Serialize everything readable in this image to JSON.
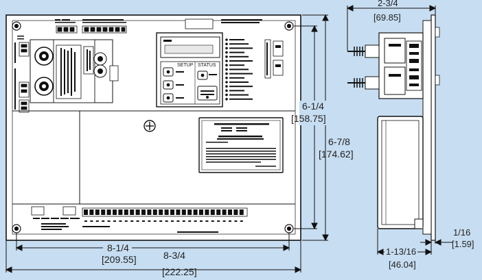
{
  "panel": {
    "display": {
      "setup_label": "SETUP",
      "status_label": "STATUS",
      "button_labels": [
        "",
        ""
      ]
    },
    "status_leds": [
      "",
      "",
      "",
      "",
      "",
      "",
      "",
      "",
      "",
      "",
      "",
      "",
      "",
      "",
      ""
    ],
    "terminals": [
      "",
      "",
      "",
      "",
      "",
      "",
      "",
      "",
      "",
      "",
      "",
      "",
      "",
      "",
      "",
      "",
      "",
      "",
      "",
      "",
      "",
      "",
      "",
      "",
      "",
      "",
      "",
      ""
    ]
  },
  "dimensions": {
    "overall_height_in": "6-7/8",
    "overall_height_mm": "[174.62]",
    "mounting_height_in": "6-1/4",
    "mounting_height_mm": "[158.75]",
    "mounting_width_in": "8-1/4",
    "mounting_width_mm": "[209.55]",
    "overall_width_in": "8-3/4",
    "overall_width_mm": "[222.25]",
    "side_depth_in": "2-3/4",
    "side_depth_mm": "[69.85]",
    "side_base_in": "1-13/16",
    "side_base_mm": "[46.04]",
    "plate_thickness_in": "1/16",
    "plate_thickness_mm": "[1.59]"
  }
}
